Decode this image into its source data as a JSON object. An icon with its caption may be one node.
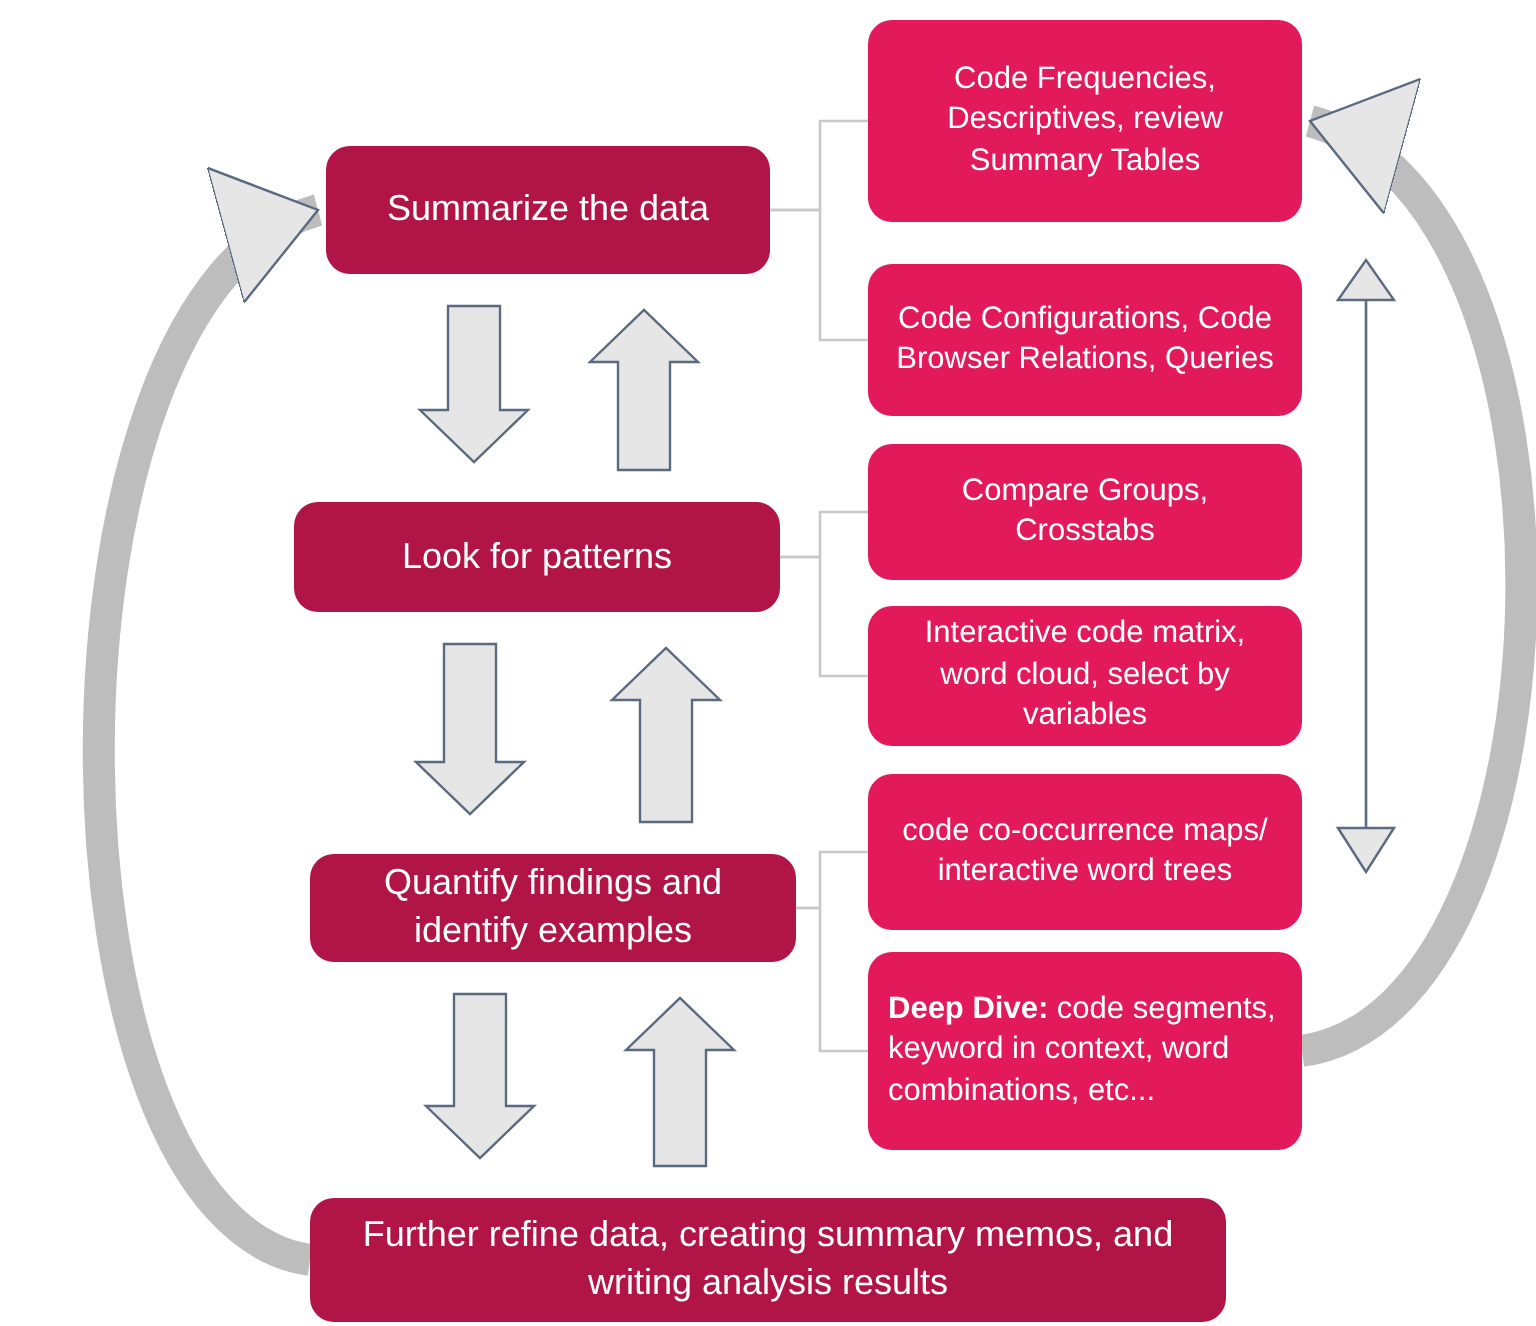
{
  "diagram": {
    "nodes": [
      {
        "text": [
          "Summarize the data"
        ]
      },
      {
        "text": [
          "Look for patterns"
        ]
      },
      {
        "text": [
          "Quantify findings and identify examples"
        ]
      },
      {
        "text": [
          "Further refine data, creating summary memos, and writing analysis results"
        ]
      },
      {
        "text": [
          "Code Frequencies, Descriptives, review Summary Tables"
        ]
      },
      {
        "text": [
          "Code Configurations, Code Browser Relations, Queries"
        ]
      },
      {
        "text": [
          "Compare Groups, Crosstabs"
        ]
      },
      {
        "text": [
          "Interactive code matrix, word cloud, select by variables"
        ]
      },
      {
        "text": [
          "code co-occurrence maps/ interactive word trees"
        ]
      },
      {
        "text": [
          "**Deep Dive:**  code segments, keyword in context, word combinations, etc..."
        ]
      }
    ],
    "edges": [
      {
        "from": 0,
        "to": 1,
        "arrow": "to",
        "style": "thick"
      },
      {
        "from": 1,
        "to": 0,
        "arrow": "to",
        "style": "thick"
      },
      {
        "from": 1,
        "to": 2,
        "arrow": "to",
        "style": "thick"
      },
      {
        "from": 2,
        "to": 1,
        "arrow": "to",
        "style": "thick"
      },
      {
        "from": 2,
        "to": 3,
        "arrow": "to",
        "style": "thick"
      },
      {
        "from": 3,
        "to": 2,
        "arrow": "to",
        "style": "thick"
      },
      {
        "from": 3,
        "to": 0,
        "arrow": "to",
        "style": "thick"
      },
      {
        "from": 9,
        "to": 4,
        "arrow": "to",
        "style": "thick"
      },
      {
        "from": 0,
        "to": 4,
        "arrow": "none"
      },
      {
        "from": 0,
        "to": 5,
        "arrow": "none"
      },
      {
        "from": 1,
        "to": 6,
        "arrow": "none"
      },
      {
        "from": 1,
        "to": 7,
        "arrow": "none"
      },
      {
        "from": 2,
        "to": 8,
        "arrow": "none"
      },
      {
        "from": 2,
        "to": 9,
        "arrow": "none"
      }
    ]
  }
}
